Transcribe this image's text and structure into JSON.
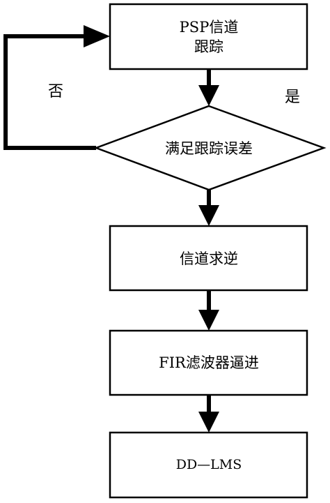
{
  "nodes": {
    "psp_tracking": {
      "line1": "PSP信道",
      "line2": "跟踪"
    },
    "decision": {
      "label": "满足跟踪误差"
    },
    "channel_inverse": {
      "label": "信道求逆"
    },
    "fir_approx": {
      "label": "FIR滤波器逼进"
    },
    "dd_lms": {
      "label": "DD—LMS"
    }
  },
  "branches": {
    "no": "否",
    "yes": "是"
  },
  "colors": {
    "stroke": "#000000",
    "fill": "#ffffff"
  }
}
